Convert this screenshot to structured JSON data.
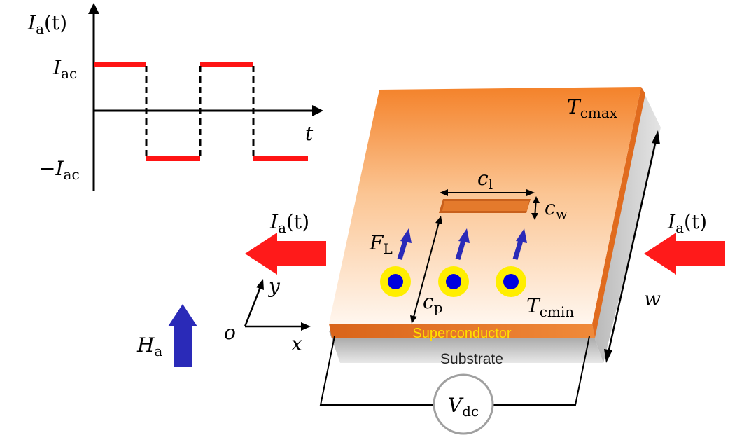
{
  "waveform": {
    "y_label": "I",
    "y_label_sub": "a",
    "y_label_arg": "(t)",
    "x_label": "t",
    "level_high": "I",
    "level_high_sub": "ac",
    "level_low": "−I",
    "level_low_sub": "ac"
  },
  "diagram": {
    "current_left": "I",
    "current_left_sub": "a",
    "current_left_arg": "(t)",
    "current_right": "I",
    "current_right_sub": "a",
    "current_right_arg": "(t)",
    "field": "H",
    "field_sub": "a",
    "axis_x": "x",
    "axis_y": "y",
    "axis_o": "o",
    "temp_max": "T",
    "temp_max_sub": "cmax",
    "temp_min": "T",
    "temp_min_sub": "cmin",
    "slit_length": "c",
    "slit_length_sub": "l",
    "slit_width": "c",
    "slit_width_sub": "w",
    "slit_position": "c",
    "slit_position_sub": "p",
    "force": "F",
    "force_sub": "L",
    "width": "w",
    "layer_top": "Superconductor",
    "layer_bottom": "Substrate",
    "voltage": "V",
    "voltage_sub": "dc"
  },
  "colors": {
    "current_arrow": "#ff1a1a",
    "field_arrow": "#2a2ab8",
    "vortex_core": "#0000e0",
    "vortex_ring": "#ffee00",
    "superconductor_label": "#ffe000",
    "film_top": "#f5852e",
    "film_bottom": "#fff5ec",
    "substrate": "#c8c8c8"
  }
}
